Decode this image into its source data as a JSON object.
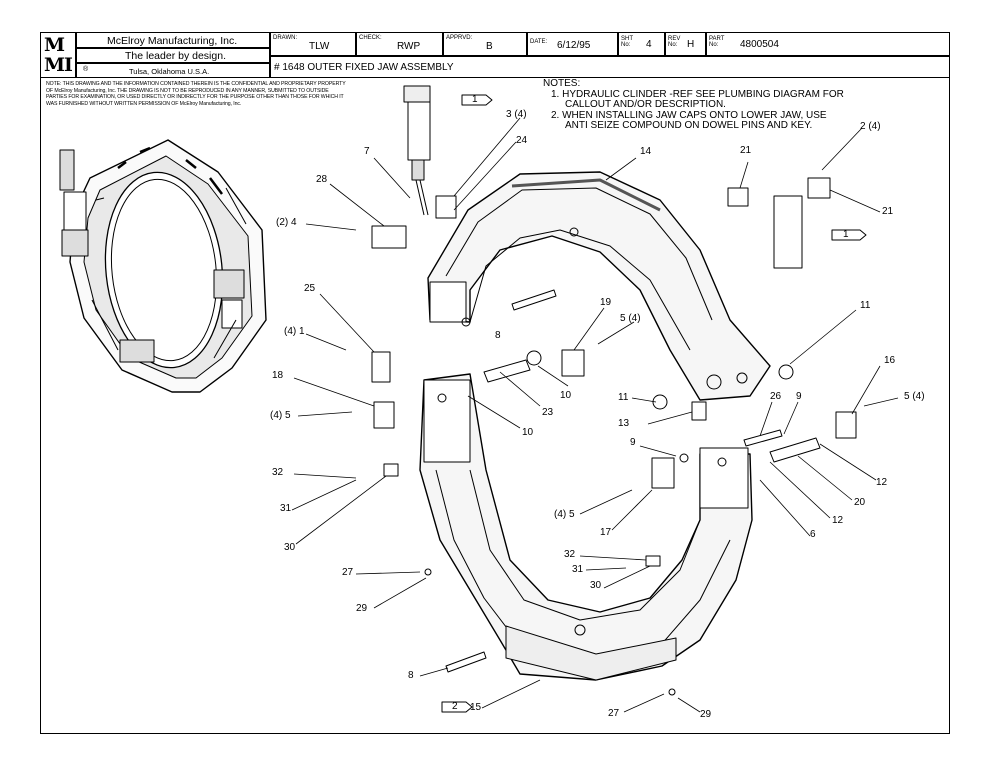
{
  "company": {
    "logo_top": "M",
    "logo_bottom": "MI",
    "name": "McElroy Manufacturing, Inc.",
    "slogan": "The leader by design.",
    "location": "Tulsa, Oklahoma U.S.A.",
    "registered": "®"
  },
  "title_block": {
    "drawn_label": "DRAWN:",
    "drawn": "TLW",
    "check_label": "CHECK:",
    "check": "RWP",
    "apprvd_label": "APPRVD:",
    "apprvd": "B",
    "date_label": "DATE:",
    "date": "6/12/95",
    "sht_label": "SHT\nNo:",
    "sht": "4",
    "rev_label": "REV\nNo:",
    "rev": "H",
    "part_label": "PART\nNo:",
    "part": "4800504",
    "title": "# 1648 OUTER FIXED JAW ASSEMBLY"
  },
  "proprietary_notice": "NOTE: THIS DRAWING AND THE INFORMATION CONTAINED THEREIN IS THE CONFIDENTIAL AND PROPRIETARY PROPERTY OF McElroy Manufacturing, Inc. THE DRAWING IS NOT TO BE REPRODUCED IN ANY MANNER, SUBMITTED TO OUTSIDE PARTIES FOR EXAMINATION, OR USED DIRECTLY OR INDIRECTLY FOR THE PURPOSE OTHER THAN THOSE FOR WHICH IT WAS FURNISHED WITHOUT WRITTEN PERMISSION OF McElroy Manufacturing, Inc.",
  "notes": {
    "heading": "NOTES:",
    "items": [
      "1.  HYDRAULIC CLINDER -REF SEE PLUMBING DIAGRAM FOR",
      "CALLOUT AND/OR DESCRIPTION.",
      "2.  WHEN INSTALLING JAW CAPS ONTO LOWER JAW, USE",
      "ANTI SEIZE COMPOUND ON DOWEL PINS AND KEY."
    ]
  },
  "flags": [
    "1",
    "1",
    "2"
  ],
  "callouts": [
    "3 (4)",
    "24",
    "7",
    "28",
    "(2) 4",
    "14",
    "21",
    "2 (4)",
    "21",
    "25",
    "(4) 1",
    "18",
    "(4) 5",
    "8",
    "19",
    "5 (4)",
    "11",
    "23",
    "10",
    "10",
    "11",
    "13",
    "26",
    "9",
    "16",
    "5 (4)",
    "9",
    "12",
    "20",
    "12",
    "6",
    "32",
    "31",
    "30",
    "(4) 5",
    "17",
    "32",
    "31",
    "30",
    "27",
    "29",
    "8",
    "15",
    "27",
    "29"
  ]
}
